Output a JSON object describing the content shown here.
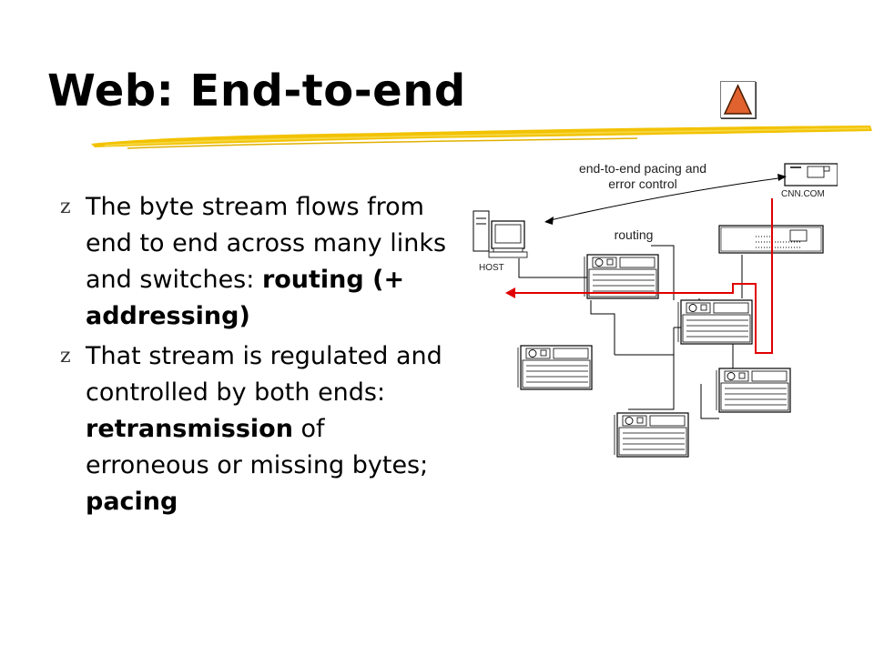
{
  "slide": {
    "title": "Web: End-to-end",
    "bullet_marker": "z",
    "bullets": [
      {
        "parts": [
          {
            "text": "The byte stream flows from end to end across many links and switches: ",
            "bold": false
          },
          {
            "text": "routing (+ addressing)",
            "bold": true
          }
        ]
      },
      {
        "parts": [
          {
            "text": "That stream is regulated and controlled by both ends: ",
            "bold": false
          },
          {
            "text": "retransmission",
            "bold": true
          },
          {
            "text": " of erroneous or missing bytes; ",
            "bold": false
          },
          {
            "text": "pacing",
            "bold": true
          }
        ]
      }
    ]
  },
  "diagram": {
    "pacing_label_line1": "end-to-end pacing and",
    "pacing_label_line2": "error control",
    "routing_label": "routing",
    "host_label": "HOST",
    "server_label": "CNN.COM"
  },
  "colors": {
    "title_underline": "#f2c200",
    "route_path": "#e00000",
    "nav_triangle": "#e0622e",
    "nav_triangle_outline": "#4a1a00"
  },
  "icons": {
    "nav": "triangle-up-icon",
    "host": "computer-icon",
    "server": "server-icon",
    "switch": "router-icon"
  }
}
